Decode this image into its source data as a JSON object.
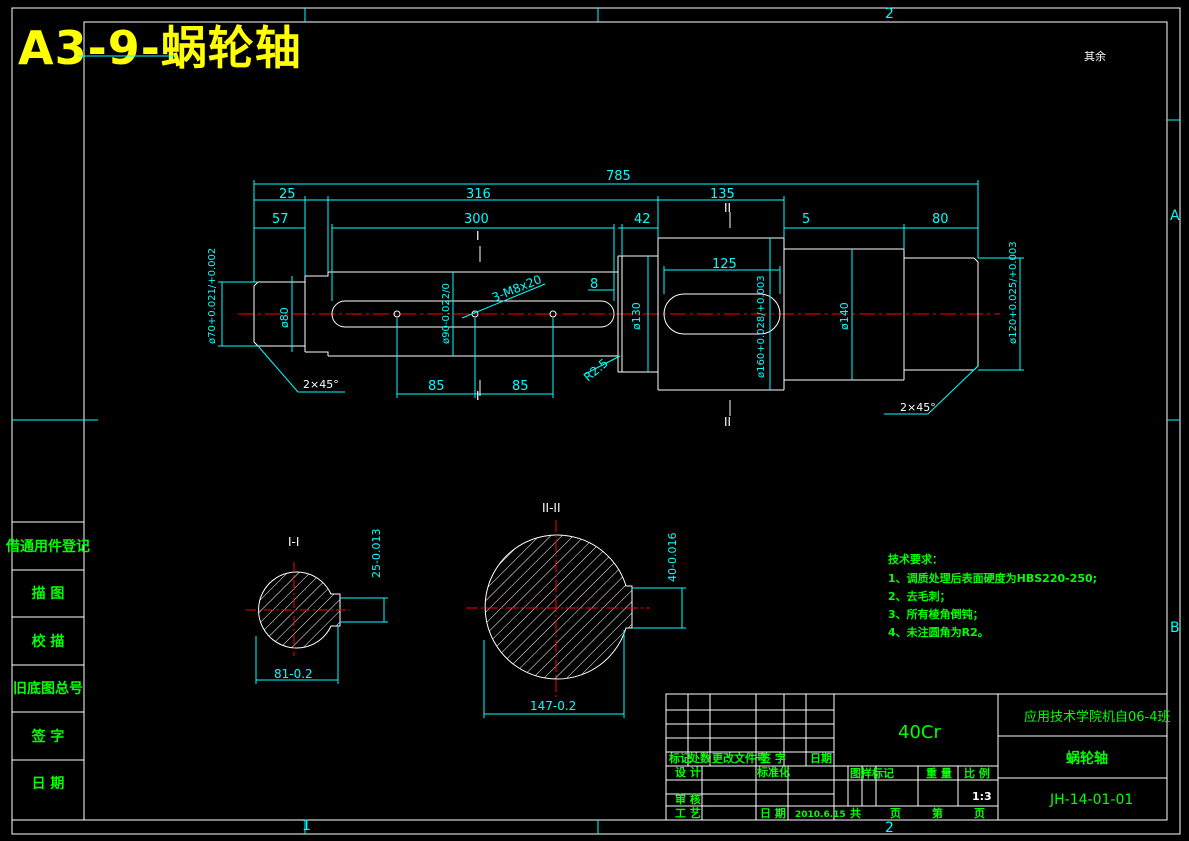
{
  "header": {
    "big_title": "A3-9-蜗轮轴",
    "roughness_note": "其余",
    "zone_top_1": "1",
    "zone_top_2": "2",
    "zone_right_a": "A",
    "zone_right_b": "B"
  },
  "dims": {
    "overall": "785",
    "d25": "25",
    "d316": "316",
    "d135": "135",
    "d57": "57",
    "d300": "300",
    "d42": "42",
    "d5": "5",
    "d80": "80",
    "d125": "125",
    "d8": "8",
    "d85a": "85",
    "d85b": "85",
    "phi70": "ø70+0.021/+0.002",
    "phi80": "ø80",
    "phi90": "ø90-0.022/0",
    "phi130": "ø130",
    "phi160": "ø160+0.028/+0.003",
    "phi140": "ø140",
    "phi120": "ø120+0.025/+0.003",
    "thread": "3-M8x20",
    "radius": "R2.5",
    "chamfer_left": "2×45°",
    "chamfer_right": "2×45°",
    "section1_mark": "I",
    "section2_mark": "II"
  },
  "sections": {
    "s1_title": "I-I",
    "s1_width": "81-0.2",
    "s1_key": "25-0.013",
    "s2_title": "II-II",
    "s2_width": "147-0.2",
    "s2_key": "40-0.016"
  },
  "tech": {
    "title": "技术要求：",
    "items": [
      "1、调质处理后表面硬度为HBS220-250;",
      "2、去毛刺；",
      "3、所有棱角倒钝；",
      "4、未注圆角为R2。"
    ]
  },
  "side_table": {
    "rows": [
      "借通用件登记",
      "描 图",
      "校 描",
      "旧底图总号",
      "签 字",
      "日 期"
    ]
  },
  "title_block": {
    "material": "40Cr",
    "school": "应用技术学院机自06-4班",
    "part_name": "蜗轮轴",
    "drawing_no": "JH-14-01-01",
    "scale": "1:3",
    "date": "2010.6.15",
    "labels": {
      "mark": "标记",
      "count": "处数",
      "change_doc": "更改文件号",
      "sign": "签 字",
      "date": "日期",
      "design": "设 计",
      "standardize_label": "标准化",
      "review": "审 核",
      "process": "工 艺",
      "date2": "日 期",
      "stage_mark": "图样标记",
      "weight": "重 量",
      "scale_label": "比 例",
      "total": "共",
      "sheet": "页",
      "nth": "第",
      "sheet2": "页"
    }
  }
}
